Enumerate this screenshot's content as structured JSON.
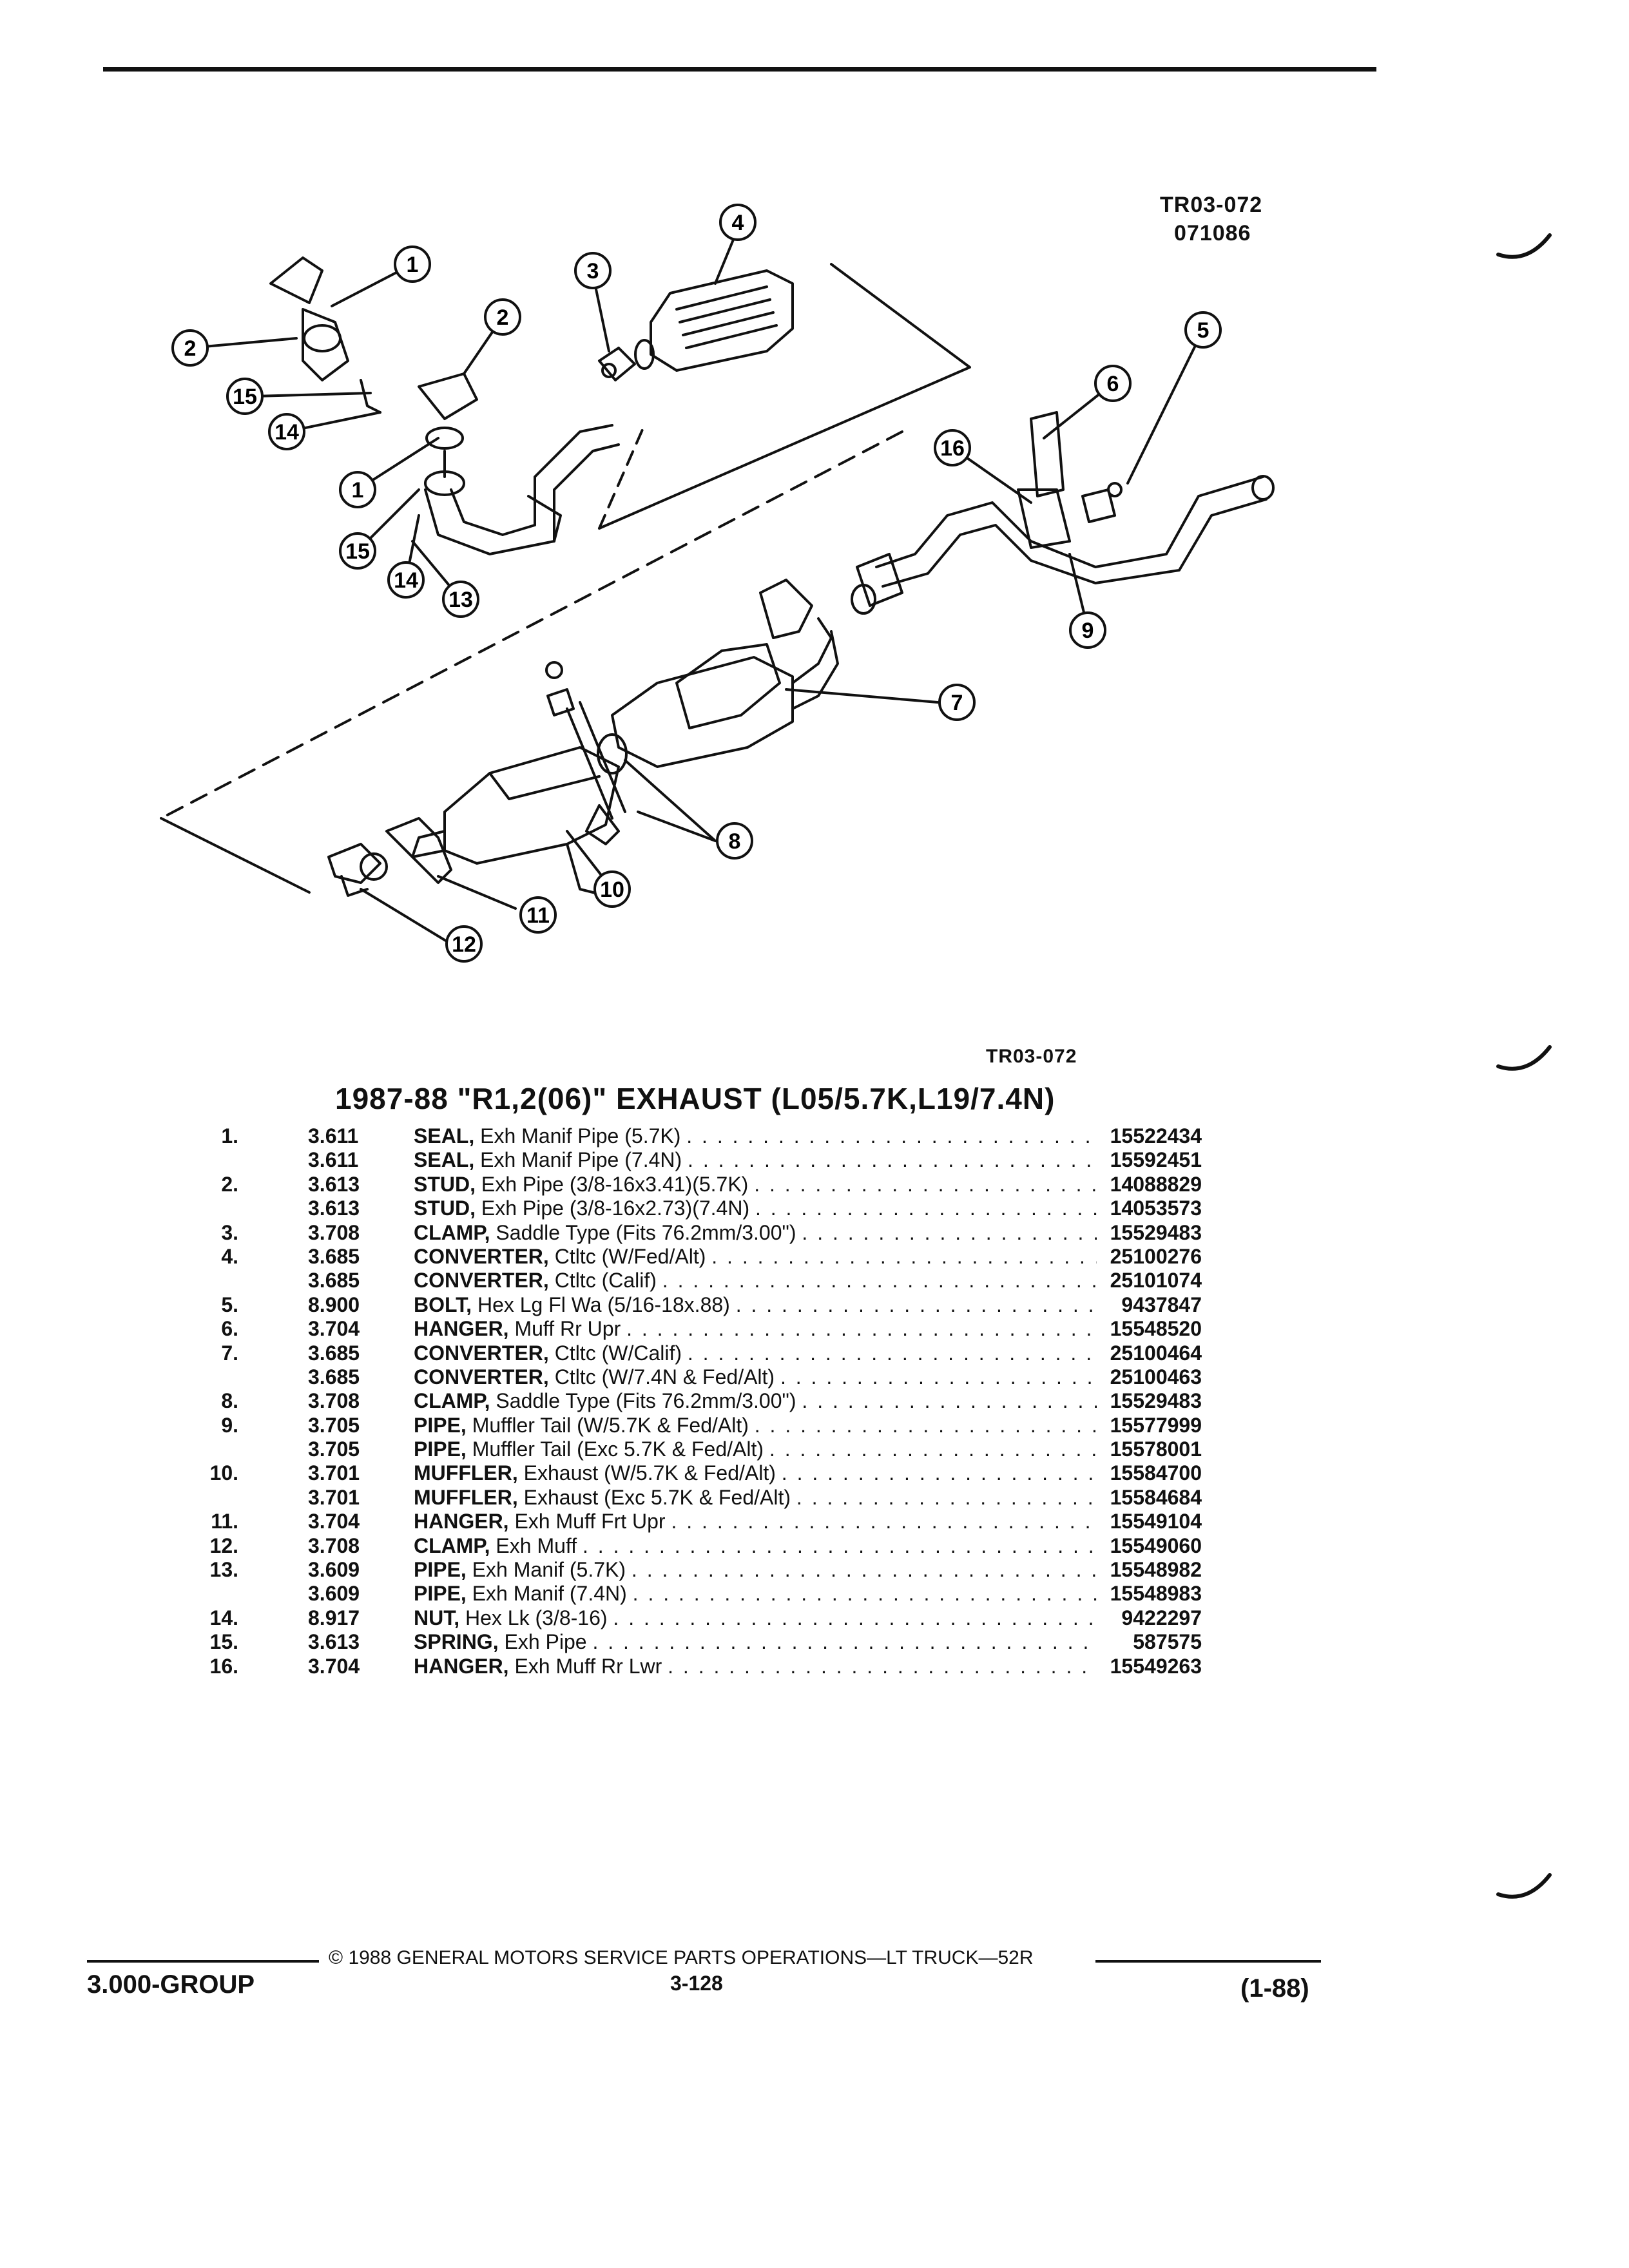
{
  "figure": {
    "code_top": "TR03-072",
    "date_code": "071086",
    "code_bottom": "TR03-072"
  },
  "callouts": [
    "1",
    "2",
    "15",
    "14",
    "1",
    "15",
    "14",
    "13",
    "2",
    "3",
    "4",
    "5",
    "6",
    "16",
    "9",
    "7",
    "8",
    "10",
    "11",
    "12"
  ],
  "title": "1987-88 \"R1,2(06)\" EXHAUST (L05/5.7K,L19/7.4N)",
  "parts": [
    {
      "ref": "1.",
      "group": "3.611",
      "name": "SEAL,",
      "desc": "Exh Manif Pipe (5.7K)",
      "part": "15522434"
    },
    {
      "ref": "",
      "group": "3.611",
      "name": "SEAL,",
      "desc": "Exh Manif Pipe (7.4N)",
      "part": "15592451"
    },
    {
      "ref": "2.",
      "group": "3.613",
      "name": "STUD,",
      "desc": "Exh Pipe (3/8-16x3.41)(5.7K)",
      "part": "14088829"
    },
    {
      "ref": "",
      "group": "3.613",
      "name": "STUD,",
      "desc": "Exh Pipe (3/8-16x2.73)(7.4N)",
      "part": "14053573"
    },
    {
      "ref": "3.",
      "group": "3.708",
      "name": "CLAMP,",
      "desc": "Saddle Type (Fits 76.2mm/3.00\")",
      "part": "15529483"
    },
    {
      "ref": "4.",
      "group": "3.685",
      "name": "CONVERTER,",
      "desc": "Ctltc (W/Fed/Alt)",
      "part": "25100276"
    },
    {
      "ref": "",
      "group": "3.685",
      "name": "CONVERTER,",
      "desc": "Ctltc (Calif)",
      "part": "25101074"
    },
    {
      "ref": "5.",
      "group": "8.900",
      "name": "BOLT,",
      "desc": "Hex Lg Fl Wa (5/16-18x.88)",
      "part": "9437847"
    },
    {
      "ref": "6.",
      "group": "3.704",
      "name": "HANGER,",
      "desc": "Muff Rr Upr",
      "part": "15548520"
    },
    {
      "ref": "7.",
      "group": "3.685",
      "name": "CONVERTER,",
      "desc": "Ctltc (W/Calif)",
      "part": "25100464"
    },
    {
      "ref": "",
      "group": "3.685",
      "name": "CONVERTER,",
      "desc": "Ctltc (W/7.4N & Fed/Alt)",
      "part": "25100463"
    },
    {
      "ref": "8.",
      "group": "3.708",
      "name": "CLAMP,",
      "desc": "Saddle Type (Fits 76.2mm/3.00\")",
      "part": "15529483"
    },
    {
      "ref": "9.",
      "group": "3.705",
      "name": "PIPE,",
      "desc": "Muffler Tail (W/5.7K & Fed/Alt)",
      "part": "15577999"
    },
    {
      "ref": "",
      "group": "3.705",
      "name": "PIPE,",
      "desc": "Muffler Tail (Exc 5.7K & Fed/Alt)",
      "part": "15578001"
    },
    {
      "ref": "10.",
      "group": "3.701",
      "name": "MUFFLER,",
      "desc": "Exhaust (W/5.7K & Fed/Alt)",
      "part": "15584700"
    },
    {
      "ref": "",
      "group": "3.701",
      "name": "MUFFLER,",
      "desc": "Exhaust (Exc 5.7K & Fed/Alt)",
      "part": "15584684"
    },
    {
      "ref": "11.",
      "group": "3.704",
      "name": "HANGER,",
      "desc": "Exh Muff Frt Upr",
      "part": "15549104"
    },
    {
      "ref": "12.",
      "group": "3.708",
      "name": "CLAMP,",
      "desc": "Exh Muff",
      "part": "15549060"
    },
    {
      "ref": "13.",
      "group": "3.609",
      "name": "PIPE,",
      "desc": "Exh Manif (5.7K)",
      "part": "15548982"
    },
    {
      "ref": "",
      "group": "3.609",
      "name": "PIPE,",
      "desc": "Exh Manif (7.4N)",
      "part": "15548983"
    },
    {
      "ref": "14.",
      "group": "8.917",
      "name": "NUT,",
      "desc": "Hex Lk (3/8-16)",
      "part": "9422297"
    },
    {
      "ref": "15.",
      "group": "3.613",
      "name": "SPRING,",
      "desc": "Exh Pipe",
      "part": "587575"
    },
    {
      "ref": "16.",
      "group": "3.704",
      "name": "HANGER,",
      "desc": "Exh Muff Rr Lwr",
      "part": "15549263"
    }
  ],
  "footer": {
    "copyright": "© 1988 GENERAL MOTORS SERVICE PARTS OPERATIONS—LT TRUCK—52R",
    "group": "3.000-GROUP",
    "page": "3-128",
    "date": "(1-88)"
  }
}
